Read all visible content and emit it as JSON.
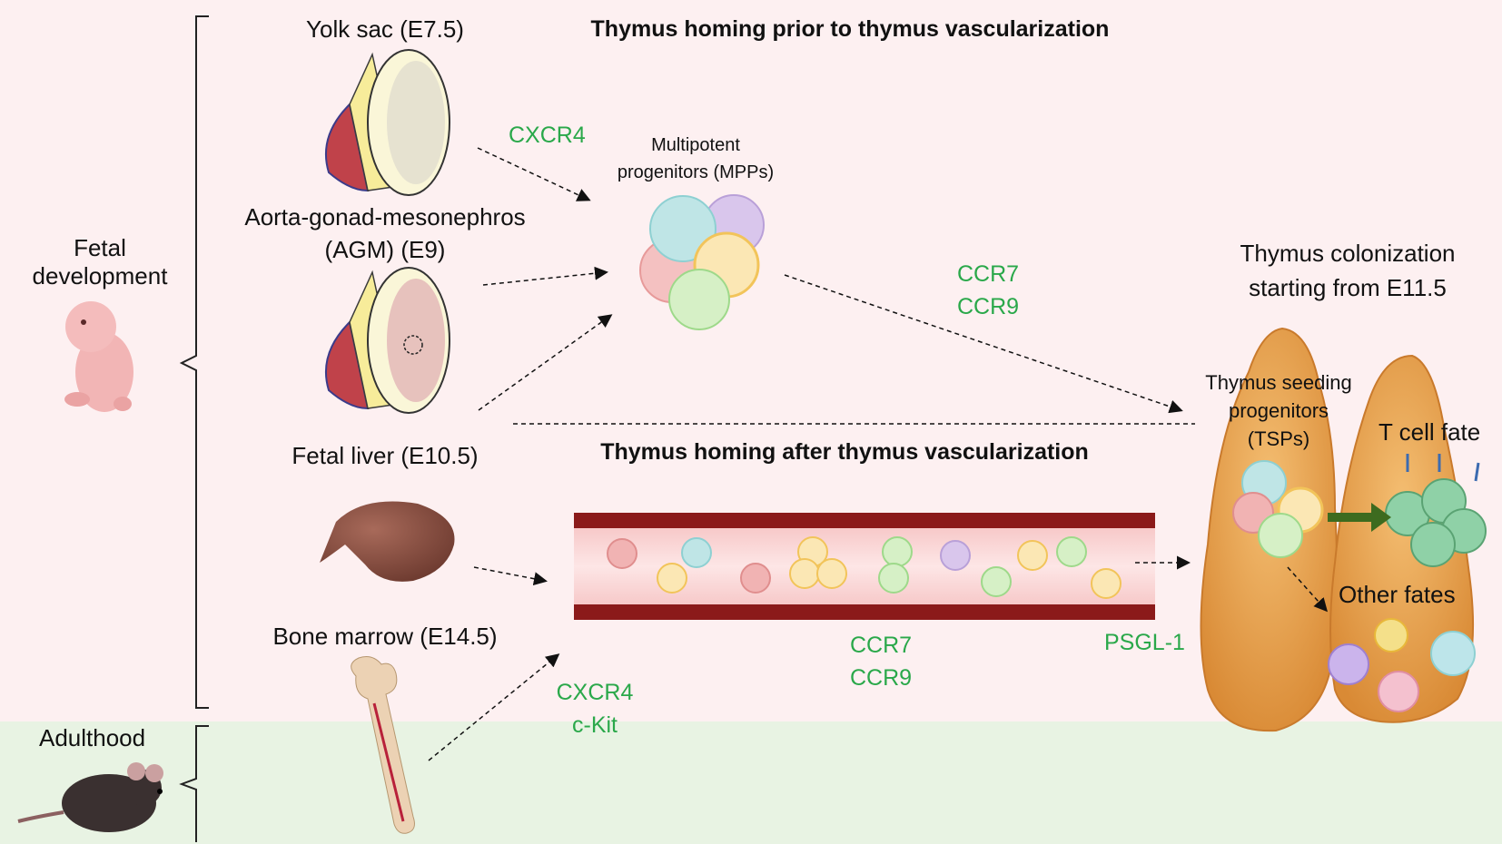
{
  "colors": {
    "fetal_bg": "#fdf0f1",
    "adult_bg": "#e8f3e3",
    "marker_green": "#2aa84a",
    "vessel_dark": "#8b1a1a",
    "vessel_lumen": "#fadada",
    "thymus": "#e9a24f",
    "arrow_green": "#3d6b1f"
  },
  "periods": {
    "fetal": "Fetal\ndevelopment",
    "adult": "Adulthood"
  },
  "sources": {
    "yolk_sac": "Yolk sac (E7.5)",
    "agm": "Aorta-gonad-mesonephros\n(AGM) (E9)",
    "fetal_liver": "Fetal liver (E10.5)",
    "bone_marrow": "Bone marrow (E14.5)"
  },
  "headings": {
    "pre_vascular": "Thymus homing prior to thymus vascularization",
    "post_vascular": "Thymus homing after thymus vascularization",
    "colonization": "Thymus colonization\nstarting from E11.5"
  },
  "cells": {
    "mpp": "Multipotent\nprogenitors (MPPs)",
    "tsp": "Thymus seeding\nprogenitors\n(TSPs)",
    "t_cell_fate": "T cell fate",
    "other_fates": "Other fates"
  },
  "markers": {
    "cxcr4_top": "CXCR4",
    "ccr7_ccr9_top": "CCR7\nCCR9",
    "ccr7_ccr9_bottom": "CCR7\nCCR9",
    "psgl1": "PSGL-1",
    "cxcr4_ckit": "CXCR4\nc-Kit"
  }
}
